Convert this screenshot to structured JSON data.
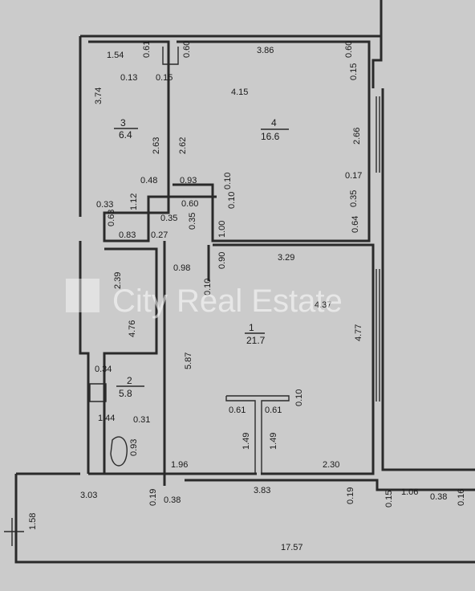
{
  "plan": {
    "rooms": [
      {
        "number": "1",
        "area": "21.7"
      },
      {
        "number": "2",
        "area": "5.8"
      },
      {
        "number": "3",
        "area": "6.4"
      },
      {
        "number": "4",
        "area": "16.6"
      }
    ],
    "dimensions": [
      "1.54",
      "0.61",
      "0.60",
      "3.86",
      "0.60",
      "3.74",
      "0.13",
      "0.15",
      "0.15",
      "4.15",
      "2.63",
      "2.62",
      "2.66",
      "0.48",
      "0.93",
      "0.10",
      "0.17",
      "0.35",
      "0.64",
      "1.12",
      "0.33",
      "0.63",
      "0.35",
      "0.35",
      "0.60",
      "0.10",
      "1.00",
      "0.83",
      "0.27",
      "2.39",
      "0.98",
      "0.90",
      "3.29",
      "0.10",
      "4.37",
      "4.76",
      "5.87",
      "4.77",
      "0.34",
      "0.10",
      "0.61",
      "0.61",
      "1.44",
      "0.31",
      "0.93",
      "1.49",
      "1.49",
      "1.96",
      "2.30",
      "1.58",
      "3.03",
      "0.19",
      "0.38",
      "3.83",
      "0.19",
      "0.15",
      "1.06",
      "0.38",
      "0.16",
      "17.57"
    ],
    "watermark": "City Real Estate"
  }
}
